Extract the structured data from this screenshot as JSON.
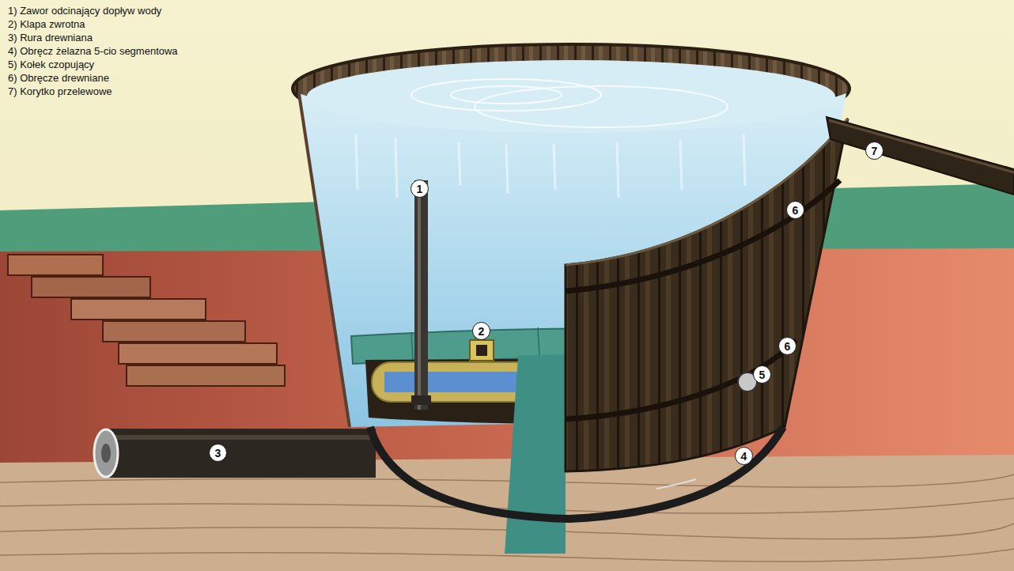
{
  "diagram": {
    "nodes": [
      {
        "text": [
          "7"
        ]
      },
      {
        "text": [
          "1"
        ]
      },
      {
        "text": [
          "6"
        ]
      },
      {
        "text": [
          "2"
        ]
      },
      {
        "text": [
          "6"
        ]
      },
      {
        "text": [
          "5"
        ]
      },
      {
        "text": [
          "3"
        ]
      },
      {
        "text": [
          "4"
        ]
      }
    ],
    "labels": [
      "1) Zawor odcinający dopływ wody",
      "2) Klapa zwrotna",
      "3) Rura drewniana",
      "4) Obręcz żelazna 5-cio segmentowa",
      "5) Kołek czopujący",
      "6) Obręcze drewniane",
      "7) Korytko przelewowe"
    ]
  }
}
